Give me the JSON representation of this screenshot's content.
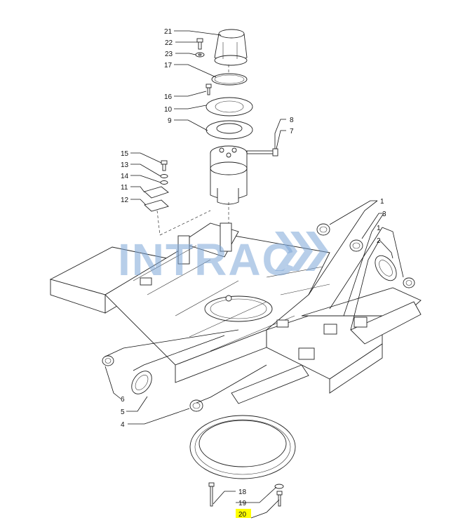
{
  "diagram": {
    "watermark": "INTRAC",
    "callouts": [
      {
        "id": "c21",
        "label": "21"
      },
      {
        "id": "c22",
        "label": "22"
      },
      {
        "id": "c23",
        "label": "23"
      },
      {
        "id": "c17",
        "label": "17"
      },
      {
        "id": "c16",
        "label": "16"
      },
      {
        "id": "c10",
        "label": "10"
      },
      {
        "id": "c9",
        "label": "9"
      },
      {
        "id": "c8",
        "label": "8"
      },
      {
        "id": "c7",
        "label": "7"
      },
      {
        "id": "c15",
        "label": "15"
      },
      {
        "id": "c13",
        "label": "13"
      },
      {
        "id": "c14",
        "label": "14"
      },
      {
        "id": "c11",
        "label": "11"
      },
      {
        "id": "c12",
        "label": "12"
      },
      {
        "id": "c1a",
        "label": "1"
      },
      {
        "id": "c3",
        "label": "3"
      },
      {
        "id": "c1b",
        "label": "1"
      },
      {
        "id": "c2",
        "label": "2"
      },
      {
        "id": "c6",
        "label": "6"
      },
      {
        "id": "c5",
        "label": "5"
      },
      {
        "id": "c4",
        "label": "4"
      },
      {
        "id": "c18",
        "label": "18"
      },
      {
        "id": "c19",
        "label": "19"
      },
      {
        "id": "c20",
        "label": "20"
      }
    ],
    "highlighted_callout": "20",
    "colors": {
      "highlight": "#ffff00",
      "watermark": "#7ea7d8",
      "line": "#222222"
    }
  }
}
